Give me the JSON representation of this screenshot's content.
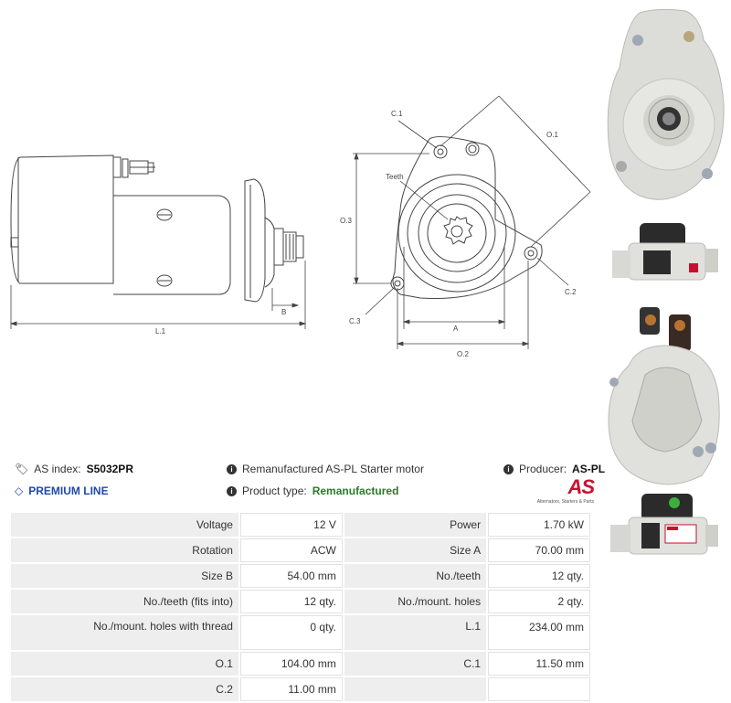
{
  "drawing_labels": {
    "l1": "L.1",
    "b": "B",
    "o1": "O.1",
    "o2": "O.2",
    "o3": "O.3",
    "a": "A",
    "c1": "C.1",
    "c2": "C.2",
    "c3": "C.3",
    "teeth": "Teeth"
  },
  "header": {
    "as_index_label": "AS index:",
    "as_index_value": "S5032PR",
    "description": "Remanufactured AS-PL Starter motor",
    "producer_label": "Producer:",
    "producer_value": "AS-PL",
    "premium_line": "PREMIUM LINE",
    "product_type_label": "Product type:",
    "product_type_value": "Remanufactured",
    "logo_text": "AS",
    "logo_subtitle": "Alternators, Starters & Parts"
  },
  "specs": [
    [
      "Voltage",
      "12 V",
      "Power",
      "1.70 kW"
    ],
    [
      "Rotation",
      "ACW",
      "Size A",
      "70.00 mm"
    ],
    [
      "Size B",
      "54.00 mm",
      "No./teeth",
      "12 qty."
    ],
    [
      "No./teeth (fits into)",
      "12 qty.",
      "No./mount. holes",
      "2 qty."
    ],
    [
      "No./mount. holes with thread",
      "0 qty.",
      "L.1",
      "234.00 mm"
    ],
    [
      "O.1",
      "104.00 mm",
      "C.1",
      "11.50 mm"
    ],
    [
      "C.2",
      "11.00 mm",
      "",
      ""
    ]
  ],
  "colors": {
    "premium": "#1f4aa8",
    "product_type": "#2a7a2a",
    "brand_red": "#c8102e"
  }
}
